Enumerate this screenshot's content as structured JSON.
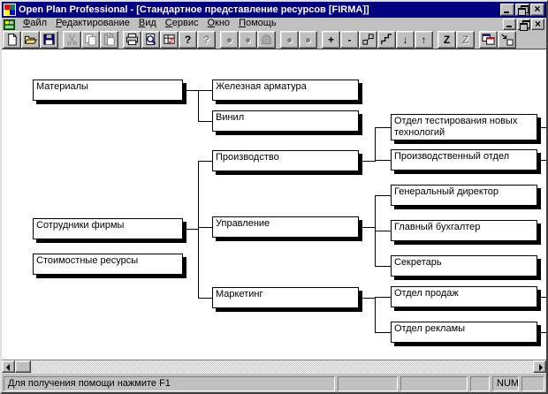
{
  "window": {
    "title": "Open Plan Professional - [Стандартное представление ресурсов [FIRMA]]"
  },
  "menu": {
    "items": [
      {
        "label": "Файл"
      },
      {
        "label": "Редактирование"
      },
      {
        "label": "Вид"
      },
      {
        "label": "Сервис"
      },
      {
        "label": "Окно"
      },
      {
        "label": "Помощь"
      }
    ]
  },
  "toolbar": {
    "buttons": [
      {
        "name": "new-document",
        "enabled": true
      },
      {
        "name": "open-folder",
        "enabled": true
      },
      {
        "name": "save",
        "enabled": true
      },
      {
        "name": "cut",
        "enabled": false
      },
      {
        "name": "copy",
        "enabled": false
      },
      {
        "name": "paste",
        "enabled": false
      },
      {
        "name": "print",
        "enabled": true
      },
      {
        "name": "print-preview",
        "enabled": true
      },
      {
        "name": "resource-table",
        "enabled": true
      },
      {
        "name": "help",
        "glyph": "?",
        "enabled": true
      },
      {
        "name": "context-help",
        "glyph": "?",
        "enabled": false
      },
      {
        "name": "oval-node",
        "glyph": "●",
        "enabled": false
      },
      {
        "name": "oval-node-alt",
        "glyph": "●",
        "enabled": false
      },
      {
        "name": "arch-node",
        "enabled": false
      },
      {
        "name": "circle-node",
        "glyph": "●",
        "enabled": false
      },
      {
        "name": "circle-node-alt",
        "glyph": "●",
        "enabled": false
      },
      {
        "name": "expand-node",
        "glyph": "+",
        "enabled": true
      },
      {
        "name": "collapse-node",
        "glyph": "-",
        "enabled": true
      },
      {
        "name": "link-nodes",
        "enabled": true
      },
      {
        "name": "step-layout",
        "enabled": true
      },
      {
        "name": "move-down",
        "glyph": "↓",
        "enabled": true
      },
      {
        "name": "move-up",
        "glyph": "↑",
        "enabled": true
      },
      {
        "name": "sort",
        "glyph": "Z",
        "enabled": true
      },
      {
        "name": "sort-alt",
        "glyph": "Z",
        "enabled": false
      },
      {
        "name": "window-tile",
        "enabled": true
      },
      {
        "name": "window-expand",
        "enabled": true
      }
    ]
  },
  "diagram": {
    "nodes": [
      {
        "label": "Материалы"
      },
      {
        "label": "Железная арматура"
      },
      {
        "label": "Винил"
      },
      {
        "label": "Производство"
      },
      {
        "label": "Управление"
      },
      {
        "label": "Маркетинг"
      },
      {
        "label": "Сотрудники фирмы"
      },
      {
        "label": "Стоимостные ресурсы"
      },
      {
        "label": "Отдел тестирования новых технологий"
      },
      {
        "label": "Производственный отдел"
      },
      {
        "label": "Генеральный директор"
      },
      {
        "label": "Главный бухгалтер"
      },
      {
        "label": "Секретарь"
      },
      {
        "label": "Отдел продаж"
      },
      {
        "label": "Отдел рекламы"
      }
    ],
    "hierarchy": {
      "Материалы": [
        "Железная арматура",
        "Винил"
      ],
      "Сотрудники фирмы": [
        "Производство",
        "Управление",
        "Маркетинг"
      ],
      "Стоимостные ресурсы": [],
      "Производство": [
        "Отдел тестирования новых технологий",
        "Производственный отдел"
      ],
      "Управление": [
        "Генеральный директор",
        "Главный бухгалтер",
        "Секретарь"
      ],
      "Маркетинг": [
        "Отдел продаж",
        "Отдел рекламы"
      ]
    }
  },
  "statusbar": {
    "help_text": "Для получения помощи нажмите F1",
    "num_label": "NUM"
  }
}
